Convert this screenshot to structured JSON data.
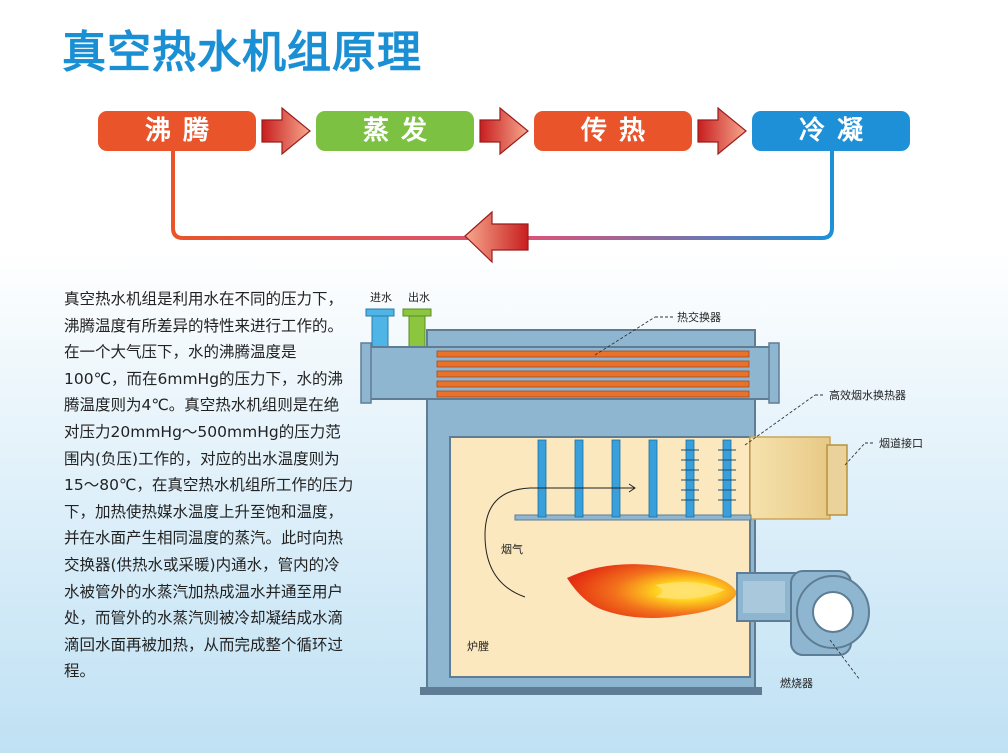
{
  "title": "真空热水机组原理",
  "flow": {
    "steps": [
      {
        "label": "沸腾",
        "color": "#e9542b"
      },
      {
        "label": "蒸发",
        "color": "#7cc142"
      },
      {
        "label": "传热",
        "color": "#e9542b"
      },
      {
        "label": "冷凝",
        "color": "#1e90d8"
      }
    ]
  },
  "description": "真空热水机组是利用水在不同的压力下，沸腾温度有所差异的特性来进行工作的。在一个大气压下，水的沸腾温度是100℃，而在6mmHg的压力下，水的沸腾温度则为4℃。真空热水机组则是在绝对压力20mmHg～500mmHg的压力范围内(负压)工作的，对应的出水温度则为15～80℃，在真空热水机组所工作的压力下，加热使热媒水温度上升至饱和温度，并在水面产生相同温度的蒸汽。此时向热交换器(供热水或采暖)内通水，管内的冷水被管外的水蒸汽加热成温水并通至用户处，而管外的水蒸汽则被冷却凝结成水滴滴回水面再被加热，从而完成整个循环过程。",
  "diagram": {
    "labels": {
      "water_in": "进水",
      "water_out": "出水",
      "heat_exchanger": "热交换器",
      "flue_heat_exchanger": "高效烟水换热器",
      "flue_connection": "烟道接口",
      "flue_gas": "烟气",
      "furnace": "炉膛",
      "burner": "燃烧器"
    }
  }
}
